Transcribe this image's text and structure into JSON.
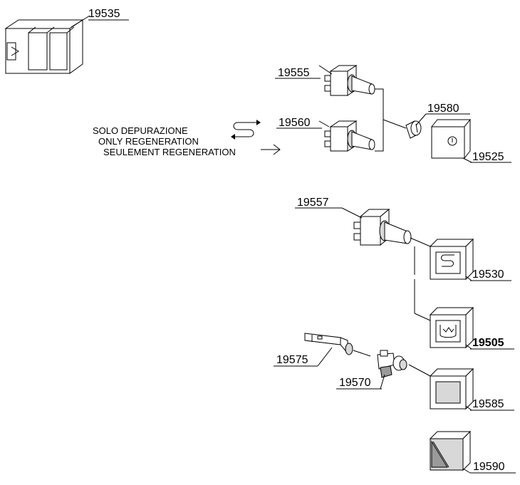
{
  "parts": {
    "p19535": "19535",
    "p19555": "19555",
    "p19560": "19560",
    "p19580": "19580",
    "p19525": "19525",
    "p19557": "19557",
    "p19530": "19530",
    "p19505": "19505",
    "p19575": "19575",
    "p19570": "19570",
    "p19585": "19585",
    "p19590": "19590"
  },
  "regeneration_note": {
    "line1": "SOLO DEPURAZIONE",
    "line2": "ONLY REGENERATION",
    "line3": "SEULEMENT REGENERATION",
    "symbol": "regeneration-cycle-icon",
    "pointer": "right-arrow-icon"
  }
}
